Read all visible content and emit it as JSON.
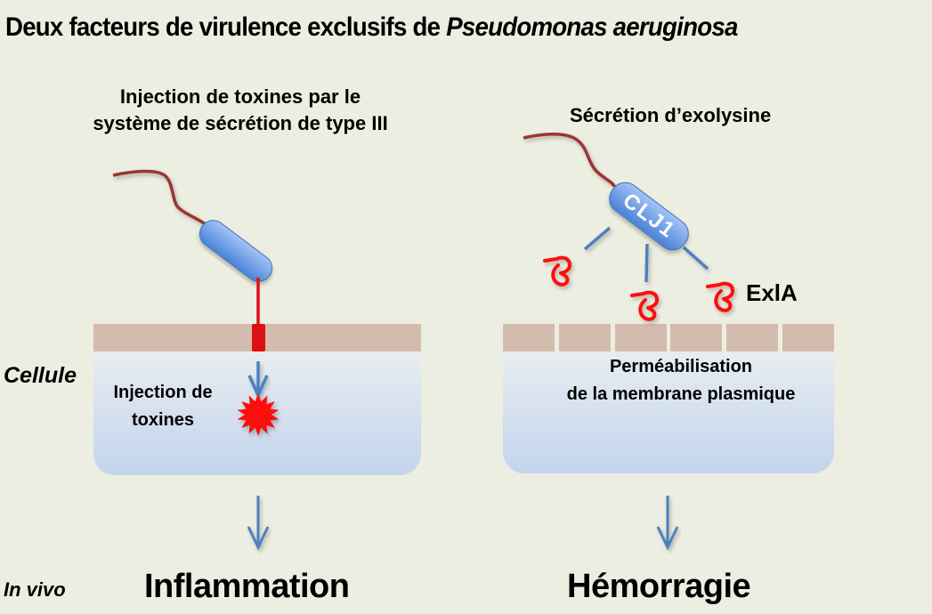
{
  "title": {
    "prefix": "Deux facteurs de virulence exclusifs de ",
    "species": "Pseudomonas aeruginosa"
  },
  "left_panel": {
    "heading_line1": "Injection de toxines par le",
    "heading_line2": "système de sécrétion de type III",
    "inner_line1": "Injection de",
    "inner_line2": "toxines",
    "result": "Inflammation"
  },
  "right_panel": {
    "heading": "Sécrétion d’exolysine",
    "bacterium_label": "CLJ1",
    "toxin_label": "ExlA",
    "inner_line1": "Perméabilisation",
    "inner_line2": "de la membrane plasmique",
    "result": "Hémorragie"
  },
  "row_labels": {
    "cell": "Cellule",
    "in_vivo": "In vivo"
  },
  "colors": {
    "background": "#ebeee0",
    "membrane": "#d3bcad",
    "cytoplasm_top": "#e6ecef",
    "cytoplasm_bottom": "#c3d5ee",
    "bacterium": "#6d9ee6",
    "flagellum": "#9b3630",
    "toxin": "#ff1010",
    "arrow": "#4f7fbf",
    "divider": "#4f7fbf"
  }
}
